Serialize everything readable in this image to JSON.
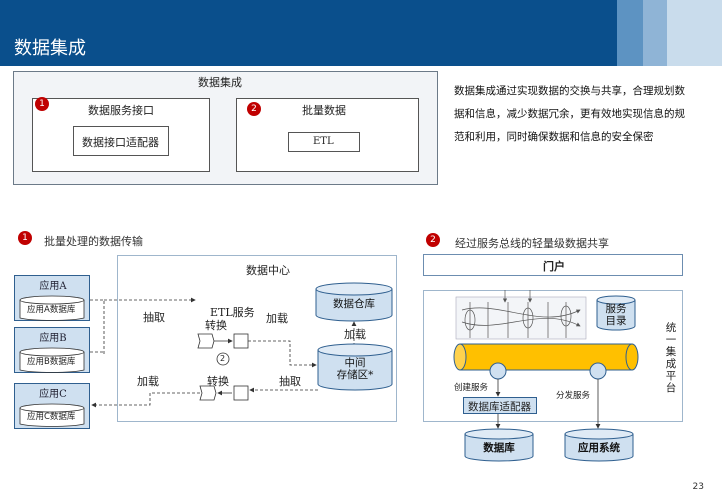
{
  "header": {
    "title": "数据集成"
  },
  "top_panel": {
    "title": "数据集成",
    "left": {
      "badge": "1",
      "title": "数据服务接口",
      "inner": "数据接口适配器"
    },
    "right": {
      "badge": "2",
      "title": "批量数据",
      "inner": "ETL"
    }
  },
  "description": "数据集成通过实现数据的交换与共享，合理规划数据和信息，减少数据冗余，更有效地实现信息的规范和利用，同时确保数据和信息的安全保密",
  "section1": {
    "badge": "1",
    "title": "批量处理的数据传输",
    "data_center": "数据中心",
    "apps": [
      {
        "name": "应用A",
        "db": "应用A数据库"
      },
      {
        "name": "应用B",
        "db": "应用B数据库"
      },
      {
        "name": "应用C",
        "db": "应用C数据库"
      }
    ],
    "extract_top": "抽取",
    "etl_service": "ETL服务",
    "transform_top": "转换",
    "load_top": "加载",
    "warehouse": "数据仓库",
    "load_mid": "加载",
    "staging_line1": "中间",
    "staging_line2": "存储区*",
    "step_badge": "2",
    "load_bottom": "加载",
    "transform_bottom": "转换",
    "extract_bottom": "抽取"
  },
  "section2": {
    "badge": "2",
    "title": "经过服务总线的轻量级数据共享",
    "portal": "门户",
    "service_dir_line1": "服务",
    "service_dir_line2": "目录",
    "platform": "统一集成平台",
    "create_service": "创建服务",
    "dispatch_service": "分发服务",
    "db_adapter": "数据库适配器",
    "database": "数据库",
    "app_system": "应用系统"
  },
  "footer": {
    "page": "23"
  },
  "colors": {
    "header": "#0a4f8c",
    "accent_red": "#c00000",
    "bus": "#ffc000",
    "box_fill": "#cfe0f0"
  }
}
